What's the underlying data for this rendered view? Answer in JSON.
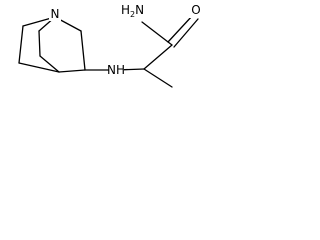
{
  "molecule": {
    "atoms": {
      "bridgehead_n": {
        "symbol": "N"
      },
      "amine_n": {
        "symbol": "N",
        "hydrogen": "H"
      },
      "amide_n": {
        "element": "N",
        "hydrogen": "H",
        "count": "2"
      },
      "carbonyl_o": {
        "symbol": "O"
      }
    }
  }
}
